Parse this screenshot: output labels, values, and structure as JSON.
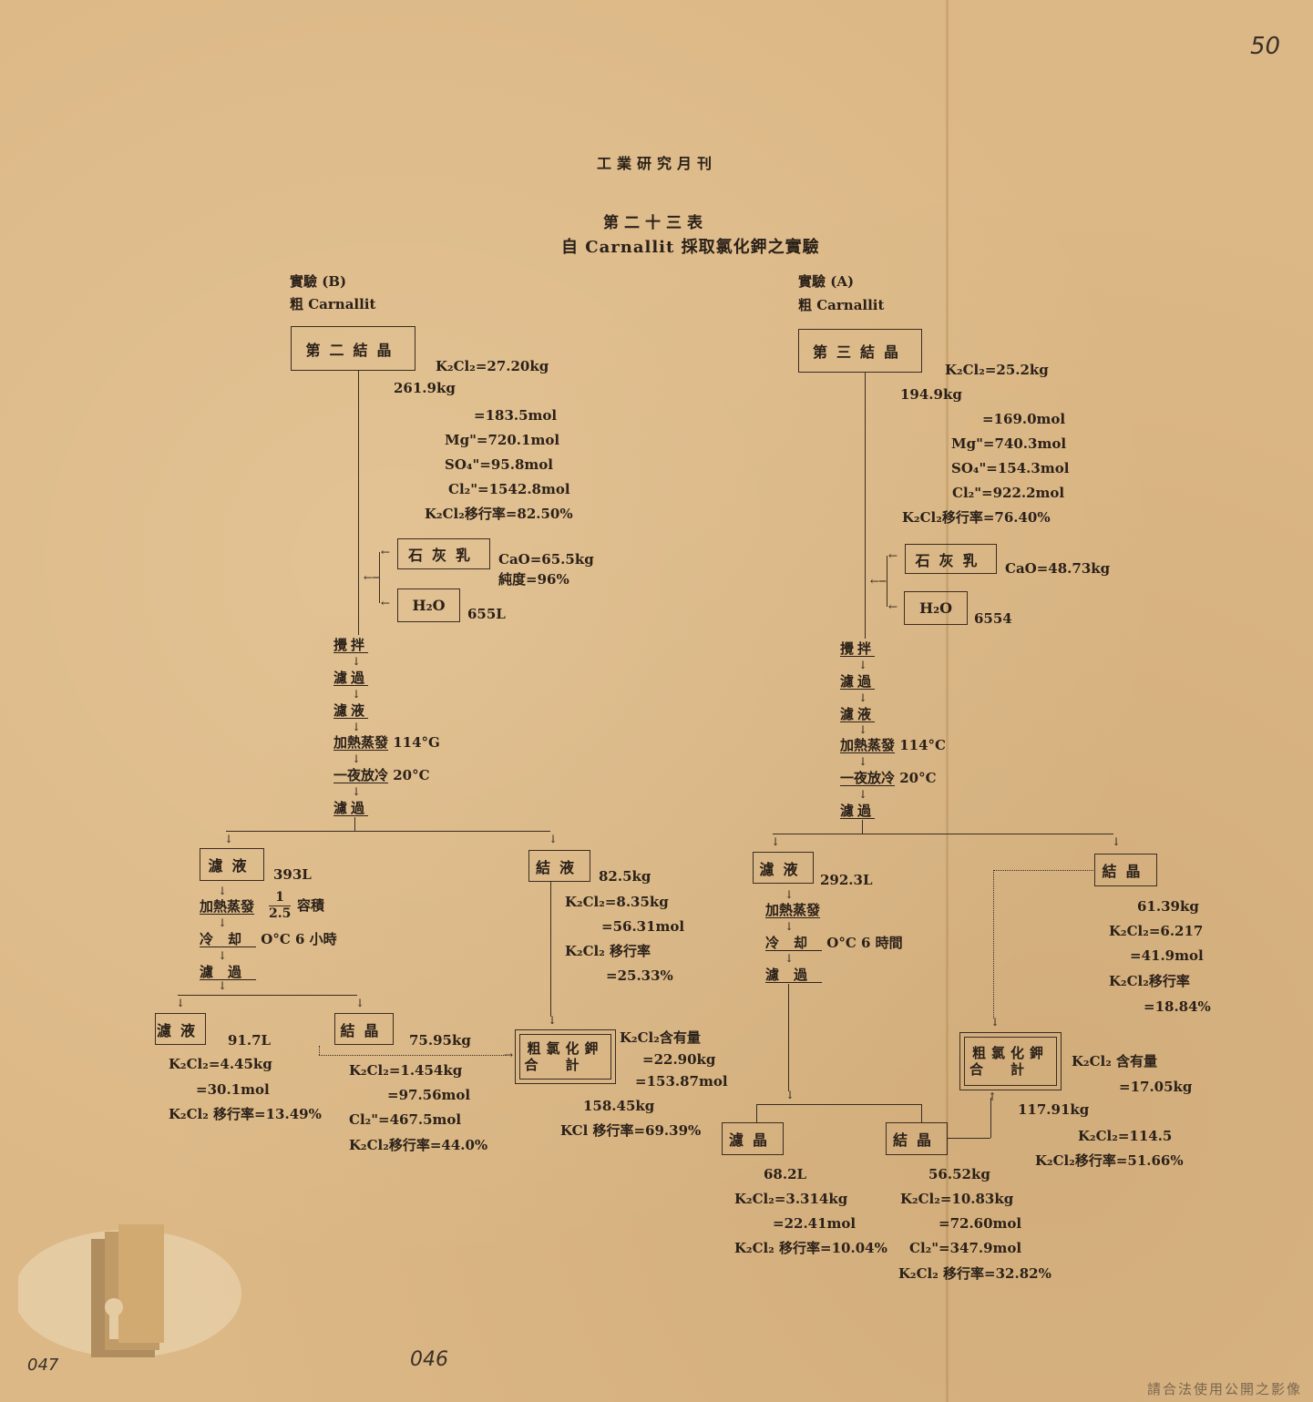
{
  "header": {
    "journal": "工業研究月刊",
    "table_no": "第二十三表",
    "title": "自 Carnallit 採取氯化鉀之實驗"
  },
  "margins": {
    "page_no": "50",
    "left_no": "047",
    "mid_no": "046",
    "watermark": "請合法使用公開之影像"
  },
  "exp_b": {
    "label": "實驗 (B)",
    "material": "粗 Carnallit",
    "start_box": "第二結晶",
    "start_vals": [
      "K₂Cl₂=27.20kg",
      "261.9kg",
      "=183.5mol",
      "Mg\"=720.1mol",
      "SO₄\"=95.8mol",
      "Cl₂\"=1542.8mol",
      "K₂Cl₂移行率=82.50%"
    ],
    "lime_box": "石灰乳",
    "lime_vals": [
      "CaO=65.5kg",
      "純度=96%"
    ],
    "water_box": "H₂O",
    "water_val": "655L",
    "steps": [
      "攪拌",
      "濾過",
      "濾液",
      "加熱蒸發",
      "一夜放冷",
      "濾過"
    ],
    "step_heat_note": "114°G",
    "step_cool_note": "20°C",
    "filtrate_box": "濾液",
    "filtrate_val": "393L",
    "sub_steps": [
      "加熱蒸發",
      "冷却",
      "濾過"
    ],
    "frac_num": "1",
    "frac_den": "2.5",
    "frac_unit": "容積",
    "cool_note": "O°C 6 小時",
    "filtrate2_box": "濾液",
    "filtrate2_vals": [
      "91.7L",
      "K₂Cl₂=4.45kg",
      "=30.1mol",
      "K₂Cl₂ 移行率=13.49%"
    ],
    "crystal_box": "結晶",
    "crystal_vals": [
      "75.95kg",
      "K₂Cl₂=1.454kg",
      "=97.56mol",
      "Cl₂\"=467.5mol",
      "K₂Cl₂移行率=44.0%"
    ],
    "crystal1_box": "結液",
    "crystal1_vals": [
      "82.5kg",
      "K₂Cl₂=8.35kg",
      "=56.31mol",
      "K₂Cl₂ 移行率",
      "=25.33%"
    ],
    "total_box": [
      "粗氯化鉀",
      "合計"
    ],
    "total_vals": [
      "K₂Cl₂含有量",
      "=22.90kg",
      "=153.87mol",
      "158.45kg",
      "KCl 移行率=69.39%"
    ]
  },
  "exp_a": {
    "label": "實驗 (A)",
    "material": "粗 Carnallit",
    "start_box": "第三結晶",
    "start_vals": [
      "K₂Cl₂=25.2kg",
      "194.9kg",
      "=169.0mol",
      "Mg\"=740.3mol",
      "SO₄\"=154.3mol",
      "Cl₂\"=922.2mol",
      "K₂Cl₂移行率=76.40%"
    ],
    "lime_box": "石灰乳",
    "lime_vals": [
      "CaO=48.73kg"
    ],
    "water_box": "H₂O",
    "water_val": "6554",
    "steps": [
      "攪拌",
      "濾過",
      "濾液",
      "加熱蒸發",
      "一夜放冷",
      "濾過"
    ],
    "step_heat_note": "114°C",
    "step_cool_note": "20°C",
    "filtrate_box": "濾液",
    "filtrate_val": "292.3L",
    "sub_steps": [
      "加熱蒸發",
      "冷却",
      "濾過"
    ],
    "cool_note": "O°C 6 時間",
    "filtrate2_box": "濾晶",
    "filtrate2_vals": [
      "68.2L",
      "K₂Cl₂=3.314kg",
      "=22.41mol",
      "K₂Cl₂ 移行率=10.04%"
    ],
    "crystal_box": "結晶",
    "crystal_vals": [
      "56.52kg",
      "K₂Cl₂=10.83kg",
      "=72.60mol",
      "Cl₂\"=347.9mol",
      "K₂Cl₂ 移行率=32.82%"
    ],
    "crystal1_box": "結晶",
    "crystal1_vals": [
      "61.39kg",
      "K₂Cl₂=6.217",
      "=41.9mol",
      "K₂Cl₂移行率",
      "=18.84%"
    ],
    "total_box": [
      "粗氯化鉀",
      "合計"
    ],
    "total_vals": [
      "K₂Cl₂ 含有量",
      "=17.05kg",
      "117.91kg",
      "K₂Cl₂=114.5",
      "K₂Cl₂移行率=51.66%"
    ]
  }
}
